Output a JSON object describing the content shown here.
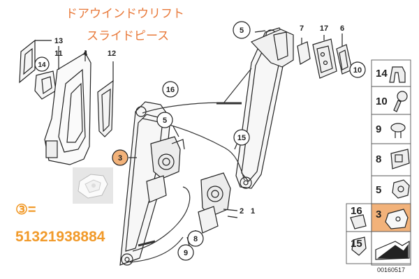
{
  "annotations": {
    "title_line1": "ドアウインドウリフト",
    "title_line2": "スライドピース",
    "circled_label": "③=",
    "part_number": "51321938884"
  },
  "diagram": {
    "callouts": {
      "c5_top": "5",
      "c7": "7",
      "c17": "17",
      "c6": "6",
      "c10_top": "10",
      "c13": "13",
      "c11": "11",
      "c4": "4",
      "c12": "12",
      "c14_left": "14",
      "c16": "16",
      "c5_mid": "5",
      "c3_mid": "3",
      "c15_mid": "15",
      "c8_bottom": "8",
      "c9_bottom": "9",
      "c2": "2",
      "c1": "1"
    },
    "legend": {
      "items": [
        "14",
        "10",
        "9",
        "8",
        "5",
        "16",
        "3",
        "15"
      ]
    },
    "diagram_id": "00160517"
  },
  "colors": {
    "accent_orange": "#e8793a",
    "highlight_cell": "#f2b27a",
    "line": "#222222"
  }
}
